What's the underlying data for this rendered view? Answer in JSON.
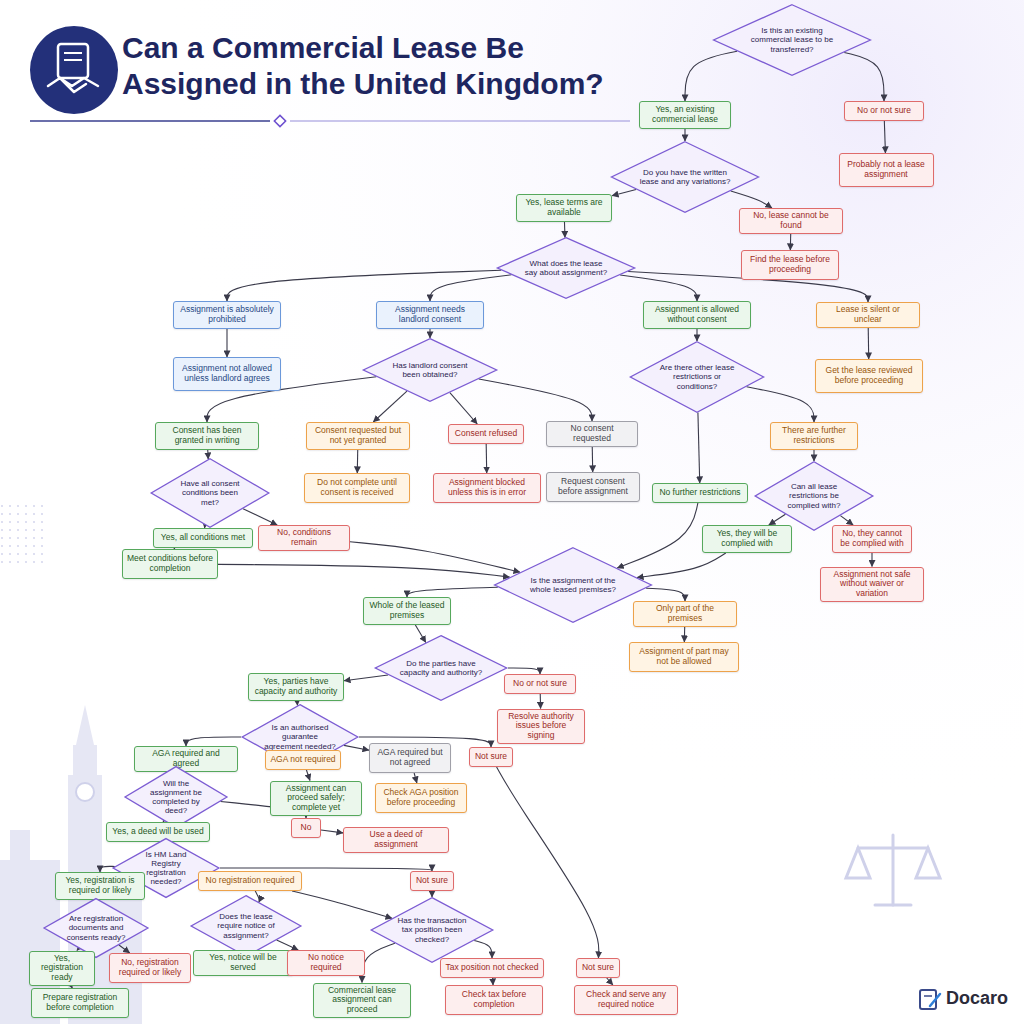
{
  "diagram": {
    "title": "Can a Commercial Lease Be Assigned in the United Kingdom?",
    "nodes": [
      {
        "text": [
          "Is this an existing commercial lease to be transferred?"
        ]
      },
      {
        "text": [
          "Yes, an existing commercial lease"
        ]
      },
      {
        "text": [
          "No or not sure"
        ]
      },
      {
        "text": [
          "Probably not a lease assignment"
        ]
      },
      {
        "text": [
          "Do you have the written lease and any variations?"
        ]
      },
      {
        "text": [
          "Yes, lease terms are available"
        ]
      },
      {
        "text": [
          "No, lease cannot be found"
        ]
      },
      {
        "text": [
          "Find the lease before proceeding"
        ]
      },
      {
        "text": [
          "What does the lease say about assignment?"
        ]
      },
      {
        "text": [
          "Assignment is absolutely prohibited"
        ]
      },
      {
        "text": [
          "Assignment needs landlord consent"
        ]
      },
      {
        "text": [
          "Assignment is allowed without consent"
        ]
      },
      {
        "text": [
          "Lease is silent or unclear"
        ]
      },
      {
        "text": [
          "Assignment not allowed unless landlord agrees"
        ]
      },
      {
        "text": [
          "Has landlord consent been obtained?"
        ]
      },
      {
        "text": [
          "Are there other lease restrictions or conditions?"
        ]
      },
      {
        "text": [
          "Get the lease reviewed before proceeding"
        ]
      },
      {
        "text": [
          "Consent has been granted in writing"
        ]
      },
      {
        "text": [
          "Consent requested but not yet granted"
        ]
      },
      {
        "text": [
          "Consent refused"
        ]
      },
      {
        "text": [
          "No consent requested"
        ]
      },
      {
        "text": [
          "There are further restrictions"
        ]
      },
      {
        "text": [
          "Have all consent conditions been met?"
        ]
      },
      {
        "text": [
          "Do not complete until consent is received"
        ]
      },
      {
        "text": [
          "Assignment blocked unless this is in error"
        ]
      },
      {
        "text": [
          "Request consent before assignment"
        ]
      },
      {
        "text": [
          "No further restrictions"
        ]
      },
      {
        "text": [
          "Can all lease restrictions be complied with?"
        ]
      },
      {
        "text": [
          "Yes, all conditions met"
        ]
      },
      {
        "text": [
          "No, conditions remain"
        ]
      },
      {
        "text": [
          "Yes, they will be complied with"
        ]
      },
      {
        "text": [
          "No, they cannot be complied with"
        ]
      },
      {
        "text": [
          "Meet conditions before completion"
        ]
      },
      {
        "text": [
          "Is the assignment of the whole leased premises?"
        ]
      },
      {
        "text": [
          "Assignment not safe without waiver or variation"
        ]
      },
      {
        "text": [
          "Whole of the leased premises"
        ]
      },
      {
        "text": [
          "Only part of the premises"
        ]
      },
      {
        "text": [
          "Do the parties have capacity and authority?"
        ]
      },
      {
        "text": [
          "Assignment of part may not be allowed"
        ]
      },
      {
        "text": [
          "Yes, parties have capacity and authority"
        ]
      },
      {
        "text": [
          "No or not sure"
        ]
      },
      {
        "text": [
          "Resolve authority issues before signing"
        ]
      },
      {
        "text": [
          "Is an authorised guarantee agreement needed?"
        ]
      },
      {
        "text": [
          "AGA required and agreed"
        ]
      },
      {
        "text": [
          "AGA not required"
        ]
      },
      {
        "text": [
          "AGA required but not agreed"
        ]
      },
      {
        "text": [
          "Not sure"
        ]
      },
      {
        "text": [
          "Will the assignment be completed by deed?"
        ]
      },
      {
        "text": [
          "Assignment can proceed safely; complete yet"
        ]
      },
      {
        "text": [
          "Check AGA position before proceeding"
        ]
      },
      {
        "text": [
          "Yes, a deed will be used"
        ]
      },
      {
        "text": [
          "No"
        ]
      },
      {
        "text": [
          "Use a deed of assignment"
        ]
      },
      {
        "text": [
          "Is HM Land Registry registration needed?"
        ]
      },
      {
        "text": [
          "Yes, registration is required or likely"
        ]
      },
      {
        "text": [
          "No registration required"
        ]
      },
      {
        "text": [
          "Not sure"
        ]
      },
      {
        "text": [
          "Are registration documents and consents ready?"
        ]
      },
      {
        "text": [
          "Does the lease require notice of assignment?"
        ]
      },
      {
        "text": [
          "Has the transaction tax position been checked?"
        ]
      },
      {
        "text": [
          "Yes, registration ready"
        ]
      },
      {
        "text": [
          "No, registration required or likely"
        ]
      },
      {
        "text": [
          "Yes, notice will be served"
        ]
      },
      {
        "text": [
          "No notice required"
        ]
      },
      {
        "text": [
          "Tax position not checked"
        ]
      },
      {
        "text": [
          "Not sure"
        ]
      },
      {
        "text": [
          "Prepare registration before completion"
        ]
      },
      {
        "text": [
          "Commercial lease assignment can proceed"
        ]
      },
      {
        "text": [
          "Check tax before completion"
        ]
      },
      {
        "text": [
          "Check and serve any required notice"
        ]
      }
    ],
    "edges": [
      {
        "from": 0,
        "to": 1,
        "arrow": "to"
      },
      {
        "from": 0,
        "to": 2,
        "arrow": "to"
      },
      {
        "from": 2,
        "to": 3,
        "arrow": "to"
      },
      {
        "from": 1,
        "to": 4,
        "arrow": "to"
      },
      {
        "from": 4,
        "to": 5,
        "arrow": "to"
      },
      {
        "from": 4,
        "to": 6,
        "arrow": "to"
      },
      {
        "from": 6,
        "to": 7,
        "arrow": "to"
      },
      {
        "from": 5,
        "to": 8,
        "arrow": "to"
      },
      {
        "from": 8,
        "to": 9,
        "arrow": "to"
      },
      {
        "from": 8,
        "to": 10,
        "arrow": "to"
      },
      {
        "from": 8,
        "to": 11,
        "arrow": "to"
      },
      {
        "from": 8,
        "to": 12,
        "arrow": "to"
      },
      {
        "from": 9,
        "to": 13,
        "arrow": "to"
      },
      {
        "from": 10,
        "to": 14,
        "arrow": "to"
      },
      {
        "from": 12,
        "to": 16,
        "arrow": "to"
      },
      {
        "from": 11,
        "to": 15,
        "arrow": "to"
      },
      {
        "from": 14,
        "to": 17,
        "arrow": "to"
      },
      {
        "from": 14,
        "to": 18,
        "arrow": "to"
      },
      {
        "from": 14,
        "to": 19,
        "arrow": "to"
      },
      {
        "from": 14,
        "to": 20,
        "arrow": "to"
      },
      {
        "from": 17,
        "to": 22,
        "arrow": "to"
      },
      {
        "from": 18,
        "to": 23,
        "arrow": "to"
      },
      {
        "from": 19,
        "to": 24,
        "arrow": "to"
      },
      {
        "from": 20,
        "to": 25,
        "arrow": "to"
      },
      {
        "from": 15,
        "to": 26,
        "arrow": "to"
      },
      {
        "from": 15,
        "to": 21,
        "arrow": "to"
      },
      {
        "from": 21,
        "to": 27,
        "arrow": "to"
      },
      {
        "from": 22,
        "to": 28,
        "arrow": "to"
      },
      {
        "from": 22,
        "to": 29,
        "arrow": "to"
      },
      {
        "from": 28,
        "to": 32,
        "arrow": "to"
      },
      {
        "from": 32,
        "to": 33,
        "arrow": "to"
      },
      {
        "from": 29,
        "to": 33,
        "arrow": "to"
      },
      {
        "from": 26,
        "to": 33,
        "arrow": "to"
      },
      {
        "from": 27,
        "to": 30,
        "arrow": "to"
      },
      {
        "from": 27,
        "to": 31,
        "arrow": "to"
      },
      {
        "from": 30,
        "to": 33,
        "arrow": "to"
      },
      {
        "from": 31,
        "to": 34,
        "arrow": "to"
      },
      {
        "from": 33,
        "to": 35,
        "arrow": "to"
      },
      {
        "from": 33,
        "to": 36,
        "arrow": "to"
      },
      {
        "from": 36,
        "to": 38,
        "arrow": "to"
      },
      {
        "from": 35,
        "to": 37,
        "arrow": "to"
      },
      {
        "from": 37,
        "to": 39,
        "arrow": "to"
      },
      {
        "from": 37,
        "to": 40,
        "arrow": "to"
      },
      {
        "from": 40,
        "to": 41,
        "arrow": "to"
      },
      {
        "from": 39,
        "to": 42,
        "arrow": "to"
      },
      {
        "from": 42,
        "to": 43,
        "arrow": "to"
      },
      {
        "from": 42,
        "to": 44,
        "arrow": "to"
      },
      {
        "from": 42,
        "to": 45,
        "arrow": "to"
      },
      {
        "from": 42,
        "to": 46,
        "arrow": "to"
      },
      {
        "from": 44,
        "to": 48,
        "arrow": "to"
      },
      {
        "from": 45,
        "to": 49,
        "arrow": "to"
      },
      {
        "from": 43,
        "to": 47,
        "arrow": "to"
      },
      {
        "from": 47,
        "to": 50,
        "arrow": "to"
      },
      {
        "from": 47,
        "to": 51,
        "arrow": "to"
      },
      {
        "from": 51,
        "to": 52,
        "arrow": "to"
      },
      {
        "from": 50,
        "to": 53,
        "arrow": "to"
      },
      {
        "from": 53,
        "to": 54,
        "arrow": "to"
      },
      {
        "from": 53,
        "to": 55,
        "arrow": "to"
      },
      {
        "from": 53,
        "to": 56,
        "arrow": "to"
      },
      {
        "from": 54,
        "to": 57,
        "arrow": "to"
      },
      {
        "from": 55,
        "to": 58,
        "arrow": "to"
      },
      {
        "from": 55,
        "to": 59,
        "arrow": "to"
      },
      {
        "from": 56,
        "to": 59,
        "arrow": "to"
      },
      {
        "from": 57,
        "to": 60,
        "arrow": "to"
      },
      {
        "from": 57,
        "to": 61,
        "arrow": "to"
      },
      {
        "from": 60,
        "to": 66,
        "arrow": "to"
      },
      {
        "from": 58,
        "to": 62,
        "arrow": "to"
      },
      {
        "from": 58,
        "to": 63,
        "arrow": "to"
      },
      {
        "from": 59,
        "to": 64,
        "arrow": "to"
      },
      {
        "from": 59,
        "to": 67,
        "arrow": "to"
      },
      {
        "from": 64,
        "to": 68,
        "arrow": "to"
      },
      {
        "from": 46,
        "to": 65,
        "arrow": "to"
      },
      {
        "from": 65,
        "to": 69,
        "arrow": "to"
      }
    ],
    "labels": [
      "Docaro"
    ]
  }
}
